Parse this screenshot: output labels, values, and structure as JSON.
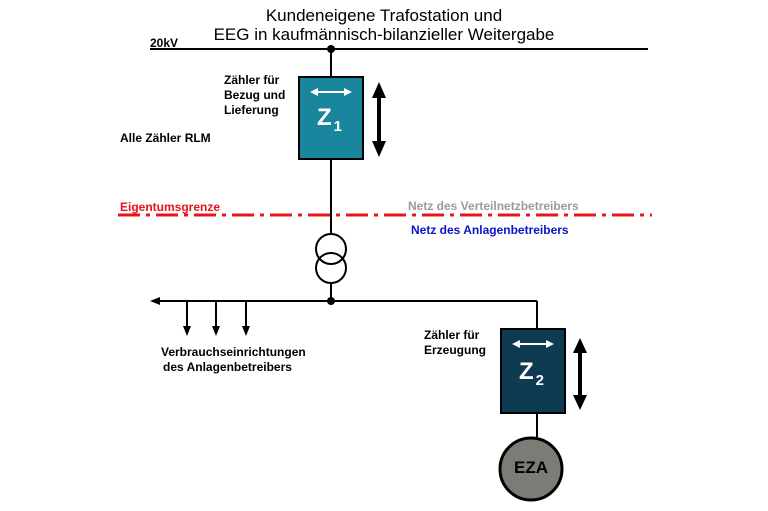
{
  "title": {
    "line1": "Kundeneigene  Trafostation und",
    "line2": "EEG in kaufmännisch-bilanzieller Weitergabe"
  },
  "voltage_label": "20kV",
  "meter1": {
    "label": "Z",
    "index": "1",
    "caption_lines": [
      "Zähler für",
      "Bezug und",
      "Lieferung"
    ],
    "color": "#1a869e"
  },
  "meter2": {
    "label": "Z",
    "index": "2",
    "caption_lines": [
      "Zähler für",
      "Erzeugung"
    ],
    "color": "#0f3b52"
  },
  "all_meters_note": "Alle Zähler RLM",
  "boundary": {
    "label": "Eigentumsgrenze",
    "color": "#e8141c",
    "above_label": "Netz des Verteilnetzbetreibers",
    "above_color": "#9a9a9a",
    "below_label": "Netz des Anlagenbetreibers",
    "below_color": "#0a14c8"
  },
  "consumers_lines": [
    "Verbrauchseinrichtungen",
    "des Anlagenbetreibers"
  ],
  "generator": {
    "label": "EZA",
    "color": "#7c7c77"
  }
}
